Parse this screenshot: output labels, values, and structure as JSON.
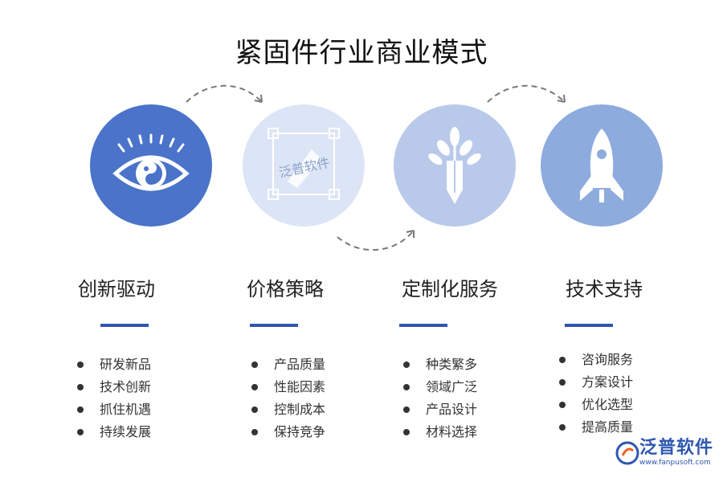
{
  "title": "紧固件行业商业模式",
  "colors": {
    "primary": "#4a73c9",
    "light": "#dce5f5",
    "mid": "#b8c9ea",
    "soft": "#8eabde",
    "underline": "#2f57b0"
  },
  "columns": [
    {
      "title": "创新驱动",
      "icon": "eye-icon",
      "items": [
        "研发新品",
        "技术创新",
        "抓住机遇",
        "持续发展"
      ]
    },
    {
      "title": "价格策略",
      "icon": "pen-tool-icon",
      "items": [
        "产品质量",
        "性能因素",
        "控制成本",
        "保持竞争"
      ]
    },
    {
      "title": "定制化服务",
      "icon": "pencil-leaves-icon",
      "items": [
        "种类繁多",
        "领域广泛",
        "产品设计",
        "材料选择"
      ]
    },
    {
      "title": "技术支持",
      "icon": "rocket-icon",
      "items": [
        "咨询服务",
        "方案设计",
        "优化选型",
        "提高质量"
      ]
    }
  ],
  "watermark": {
    "brand": "泛普软件"
  },
  "footer_logo": {
    "brand": "泛普软件",
    "url": "www.fanpusoft.com"
  }
}
